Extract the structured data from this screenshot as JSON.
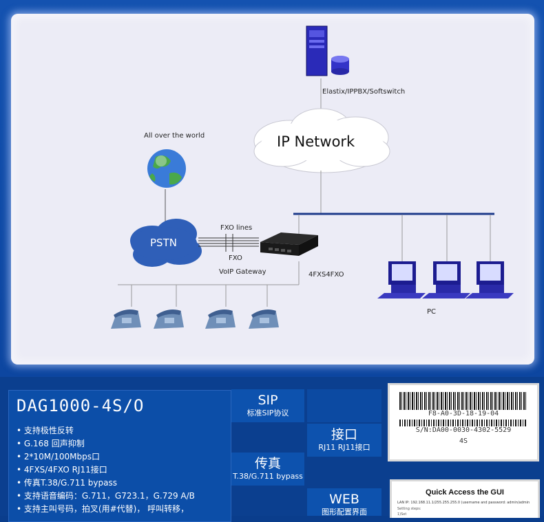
{
  "diagram": {
    "server_label": "Elastix/IPPBX/Softswitch",
    "ip_network_label": "IP Network",
    "world_label": "All over the world",
    "pstn_label": "PSTN",
    "fxo_lines_label": "FXO lines",
    "fxo_label": "FXO",
    "gateway_label": "VoIP Gateway",
    "gateway_model_label": "4FXS4FXO",
    "pc_label": "PC"
  },
  "product": {
    "title": "DAG1000-4S/O",
    "features": [
      "支持极性反转",
      "G.168 回声抑制",
      "2*10M/100Mbps口",
      "4FXS/4FXO RJ11接口",
      "传真T.38/G.711 bypass",
      "支持语音编码：G.711，G723.1，G.729 A/B",
      "支持主叫号码，拍叉(用#代替)， 呼叫转移，"
    ]
  },
  "tags": {
    "sip": {
      "title": "SIP",
      "subtitle": "标准SIP协议"
    },
    "interface": {
      "title": "接口",
      "subtitle": "RJ11 RJ11接口"
    },
    "fax": {
      "title": "传真",
      "subtitle": "T.38/G.711 bypass"
    },
    "web": {
      "title": "WEB",
      "subtitle": "图形配置界面"
    }
  },
  "label_photo": {
    "mac": "F8-A0-3D-18-19-04",
    "serial": "S/N:DA00-0030-4302-5529",
    "model": "4S"
  },
  "gui_card": {
    "title": "Quick Access the GUI",
    "line1": "LAN IP: 192.168.11.1/255.255.255.0 (username and password: admin/admin",
    "line2": "Setting steps:",
    "line3": "1)Set"
  }
}
